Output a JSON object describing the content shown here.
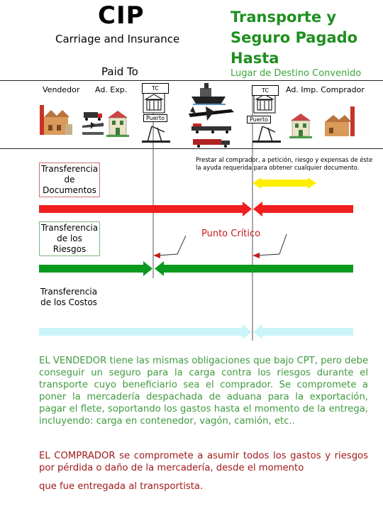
{
  "header": {
    "title": "CIP",
    "subtitle_en": "Carriage and Insurance",
    "paid_to": "Paid To",
    "title_es": "Transporte y Seguro Pagado Hasta",
    "lugar": "Lugar de Destino Convenido"
  },
  "parties": {
    "vendedor": "Vendedor",
    "ad_exp": "Ad. Exp.",
    "ad_imp_comprador": "Ad. Imp. Comprador",
    "tc_left": "TC",
    "tc_right": "TC",
    "puerto_left": "Puerto",
    "puerto_right": "Puerto"
  },
  "transfers": {
    "documentos": "Transferencia de Documentos",
    "riesgos": "Transferencia de los Riesgos",
    "costos": "Transferencia de los Costos"
  },
  "note": "Prestar al comprador, a petición, riesgo y expensas de éste la ayuda requerida para obtener cualquier documento.",
  "punto_critico": "Punto Crítico",
  "colors": {
    "documentos": "#f01e1e",
    "documentos_help": "#ffee00",
    "riesgos": "#0a9a1e",
    "costos": "#c8f4fa",
    "vendedor_text": "#3f9a3f",
    "comprador_text": "#a01a1a"
  },
  "paragraphs": {
    "vendedor": "EL VENDEDOR tiene las mismas obligaciones que bajo CPT, pero debe conseguir un seguro para la carga contra los riesgos durante el transporte cuyo beneficiario sea el comprador. Se compromete a poner la mercadería despachada de aduana para la exportación, pagar el flete, soportando los gastos hasta el momento de la entrega, incluyendo: carga en contenedor, vagón, camión, etc..",
    "comprador": "EL COMPRADOR se compromete a asumir todos los gastos y riesgos por pérdida o daño de la mercadería, desde el momento",
    "comprador_last": "que fue entregada al transportista."
  },
  "icons": [
    "factory-icon",
    "building-icon",
    "customs-house-icon",
    "crane-icon",
    "ship-icon",
    "airplane-icon",
    "truck-icon",
    "train-icon",
    "warehouse-icon"
  ]
}
